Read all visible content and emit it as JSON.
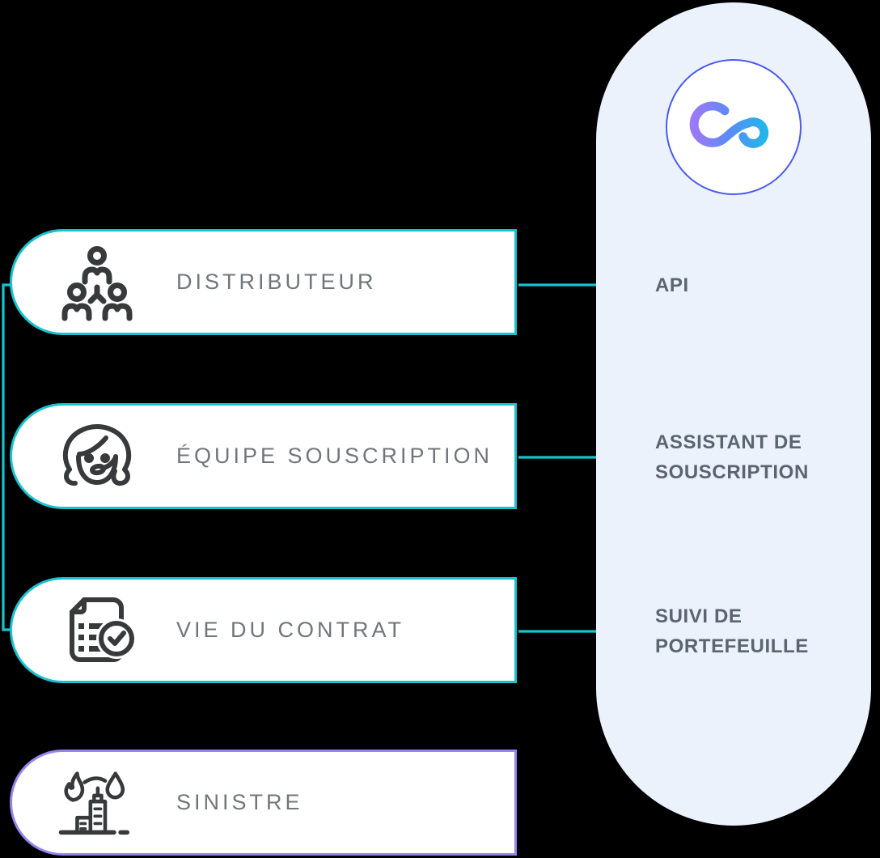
{
  "colors": {
    "bg": "#000000",
    "teal": "#17c3ce",
    "purple": "#9186ee",
    "panel": "#ebf2fc",
    "card-text": "#70767b",
    "panel-text": "#5a6570",
    "icon": "#38393b",
    "logo-ring": "#4a5af0",
    "logo_gradient_start": "#9d78f6",
    "logo_gradient_mid": "#5b8bf4",
    "logo_gradient_end": "#24b5e9"
  },
  "cards": [
    {
      "label": "DISTRIBUTEUR",
      "icon": "org-chart-icon",
      "accent": "teal"
    },
    {
      "label": "ÉQUIPE SOUSCRIPTION",
      "icon": "support-agent-icon",
      "accent": "teal"
    },
    {
      "label": "VIE DU CONTRAT",
      "icon": "contract-check-icon",
      "accent": "teal"
    },
    {
      "label": "SINISTRE",
      "icon": "building-disaster-icon",
      "accent": "purple"
    }
  ],
  "panel": {
    "logo": "co-infinity-logo",
    "labels": [
      "API",
      "ASSISTANT DE SOUSCRIPTION",
      "SUIVI DE PORTEFEUILLE"
    ]
  }
}
